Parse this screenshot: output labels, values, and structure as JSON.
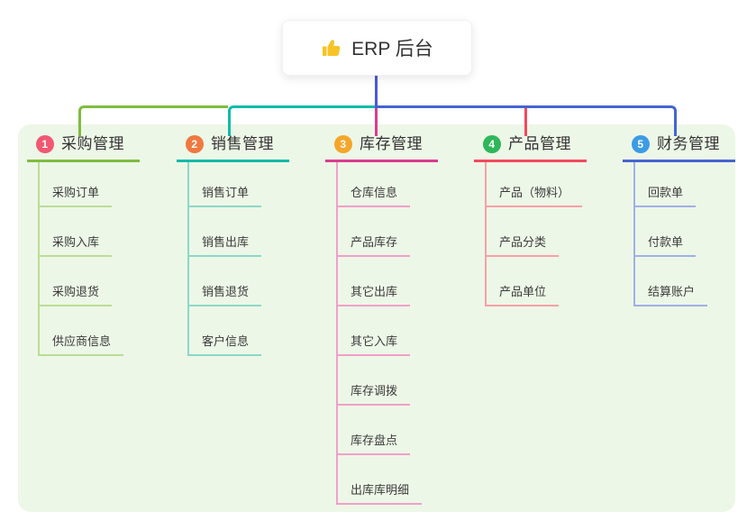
{
  "root": {
    "title": "ERP 后台",
    "icon": "thumbs-up-icon",
    "stem_color": "#4A5AD6"
  },
  "panel": {
    "background": "#EDF7E7"
  },
  "branches": [
    {
      "badge": "1",
      "badge_color": "#F25872",
      "line_color": "#7FBC40",
      "light_color": "#BBDD96",
      "label": "采购管理",
      "children": [
        "采购订单",
        "采购入库",
        "采购退货",
        "供应商信息"
      ]
    },
    {
      "badge": "2",
      "badge_color": "#F0793F",
      "line_color": "#12BBA7",
      "light_color": "#8CD8C9",
      "label": "销售管理",
      "children": [
        "销售订单",
        "销售出库",
        "销售退货",
        "客户信息"
      ]
    },
    {
      "badge": "3",
      "badge_color": "#F6A62B",
      "line_color": "#DB3C8E",
      "light_color": "#F0A0C8",
      "label": "库存管理",
      "children": [
        "仓库信息",
        "产品库存",
        "其它出库",
        "其它入库",
        "库存调拨",
        "库存盘点",
        "出库库明细"
      ]
    },
    {
      "badge": "4",
      "badge_color": "#2FB75A",
      "line_color": "#F4495D",
      "light_color": "#F9A0A8",
      "label": "产品管理",
      "children": [
        "产品（物料）",
        "产品分类",
        "产品单位"
      ]
    },
    {
      "badge": "5",
      "badge_color": "#3D9BE5",
      "line_color": "#4564D2",
      "light_color": "#9FB0E8",
      "label": "财务管理",
      "children": [
        "回款单",
        "付款单",
        "结算账户"
      ]
    }
  ]
}
